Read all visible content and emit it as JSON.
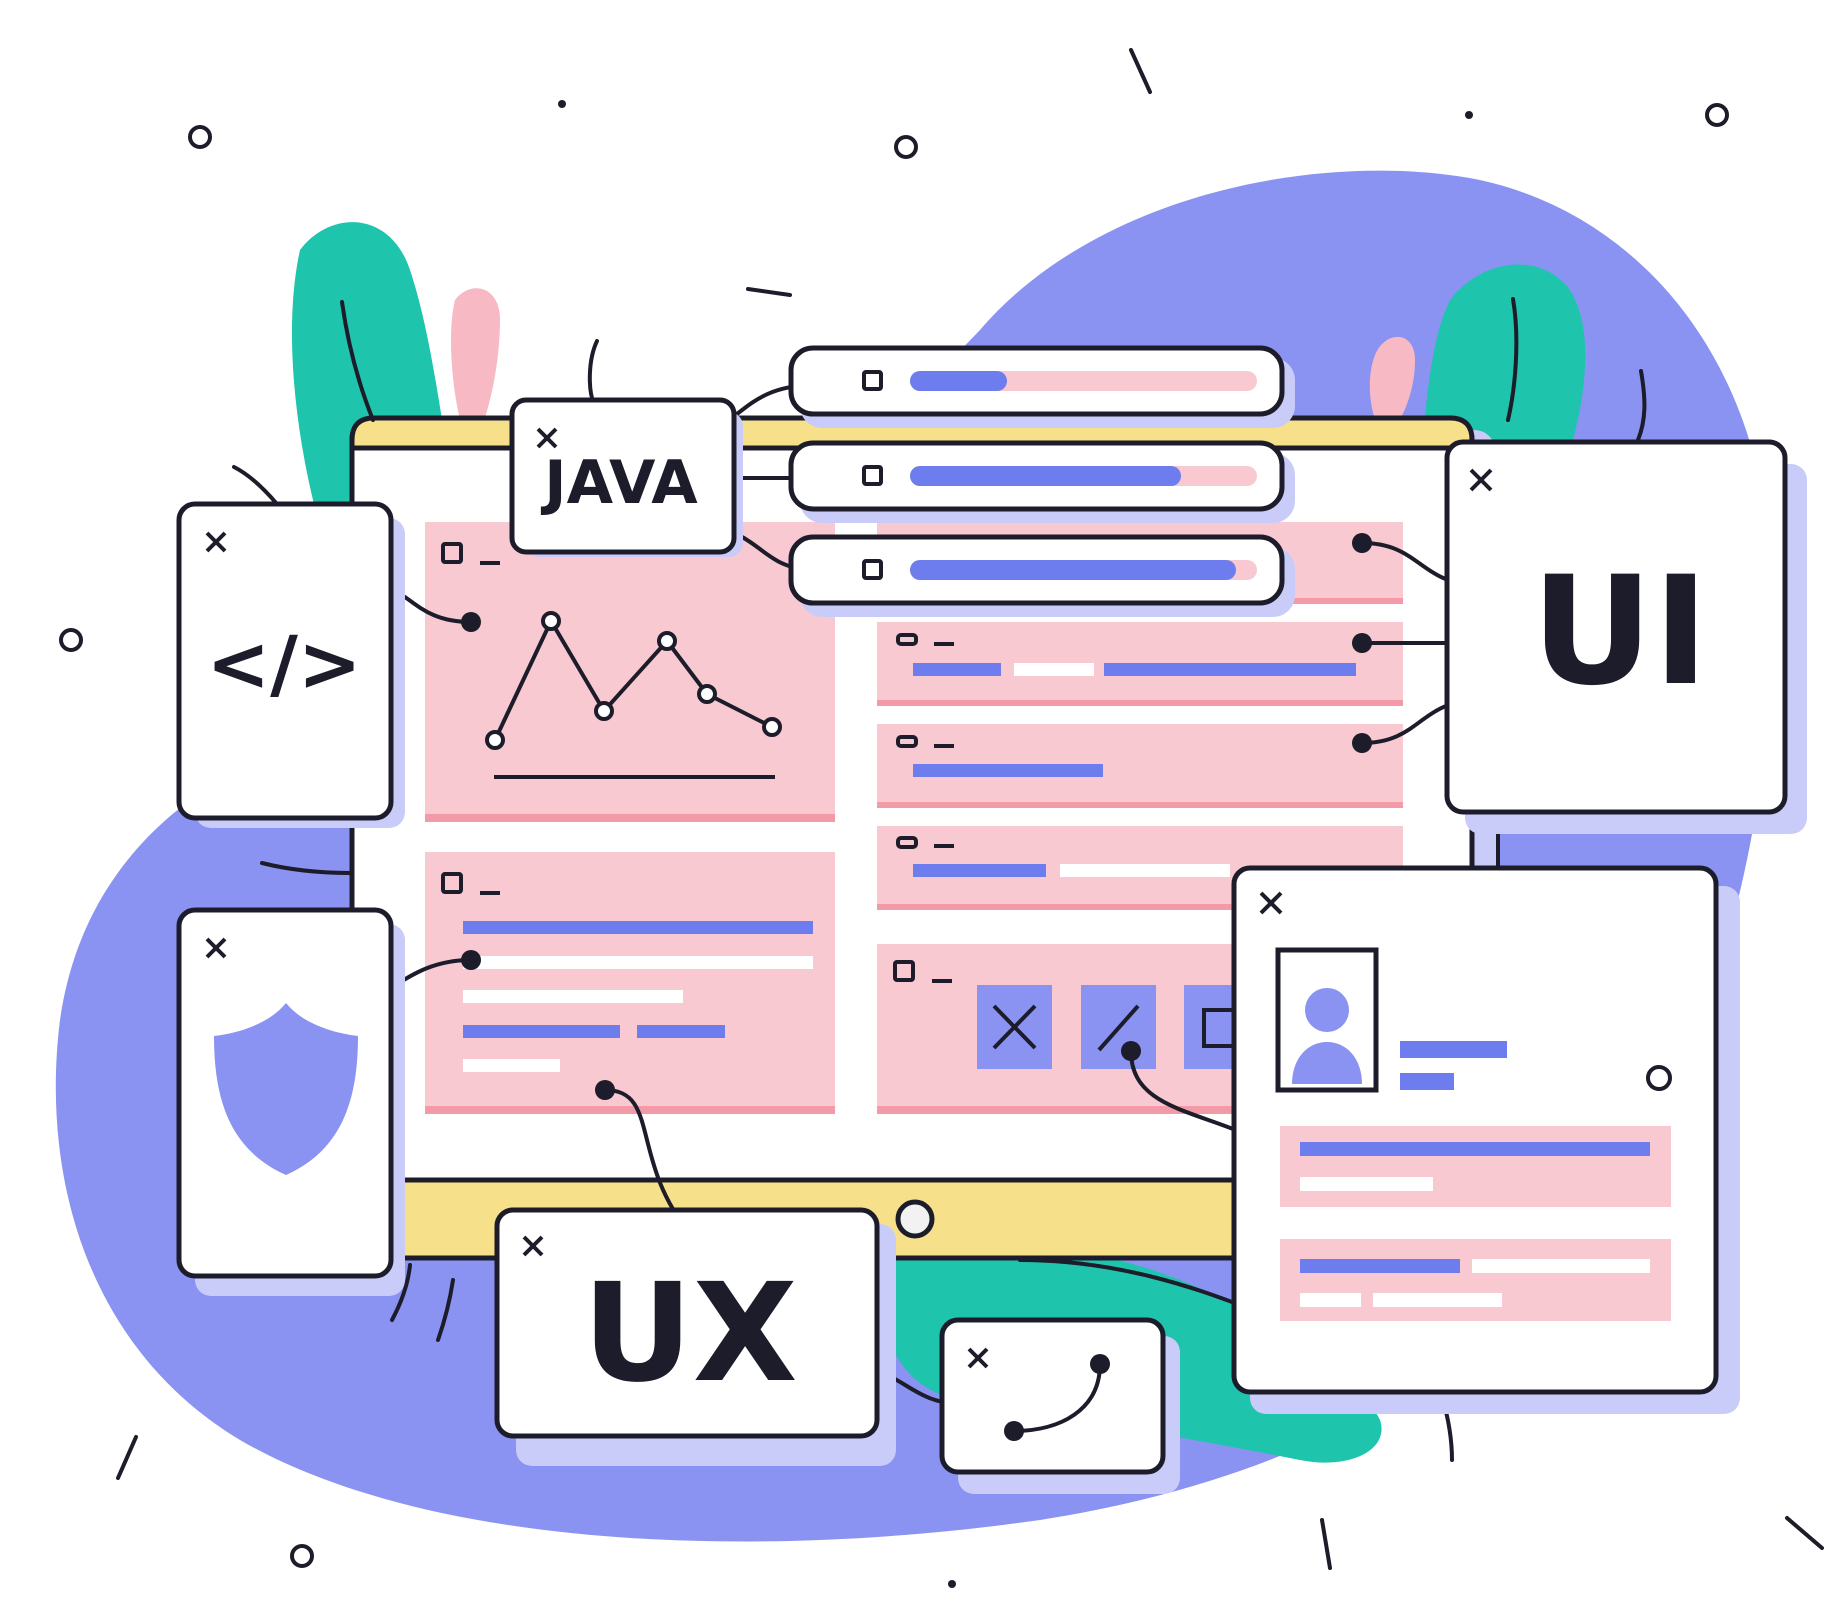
{
  "labels": {
    "java": "JAVA",
    "code": "</>",
    "ui": "UI",
    "ux": "UX"
  },
  "colors": {
    "blob_blue": "#8a93f2",
    "blob_teal": "#1fc4ad",
    "panel_pink": "#f8c9d0",
    "bar_blue": "#6d7ded",
    "frame_yellow": "#f7e08a",
    "ink": "#1c1c2a"
  },
  "icons": [
    "close-icon",
    "code-icon",
    "shield-icon",
    "user-icon",
    "line-chart-icon",
    "x-icon",
    "edit-icon",
    "square-icon",
    "curve-icon"
  ],
  "progress_bars": [
    0.28,
    0.78,
    0.94
  ]
}
